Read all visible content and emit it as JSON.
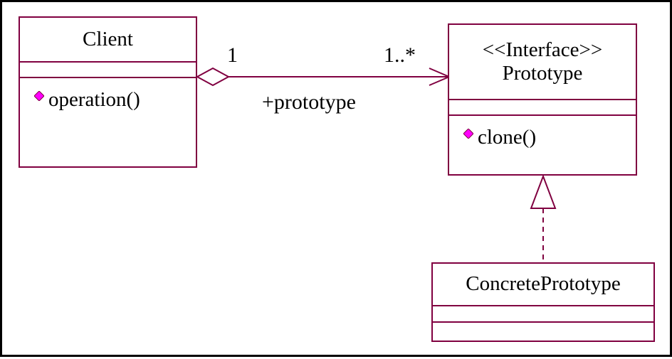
{
  "diagram": {
    "colors": {
      "class_border": "#800040",
      "connector": "#800040",
      "operation_icon": "#FF00FF",
      "frame": "#000000"
    },
    "classes": {
      "client": {
        "name": "Client",
        "operations": [
          "operation()"
        ]
      },
      "prototype": {
        "stereotype": "<<Interface>>",
        "name": "Prototype",
        "operations": [
          "clone()"
        ]
      },
      "concrete_prototype": {
        "name": "ConcretePrototype",
        "operations": []
      }
    },
    "association": {
      "source_multiplicity": "1",
      "target_multiplicity": "1..*",
      "role": "+prototype"
    }
  }
}
